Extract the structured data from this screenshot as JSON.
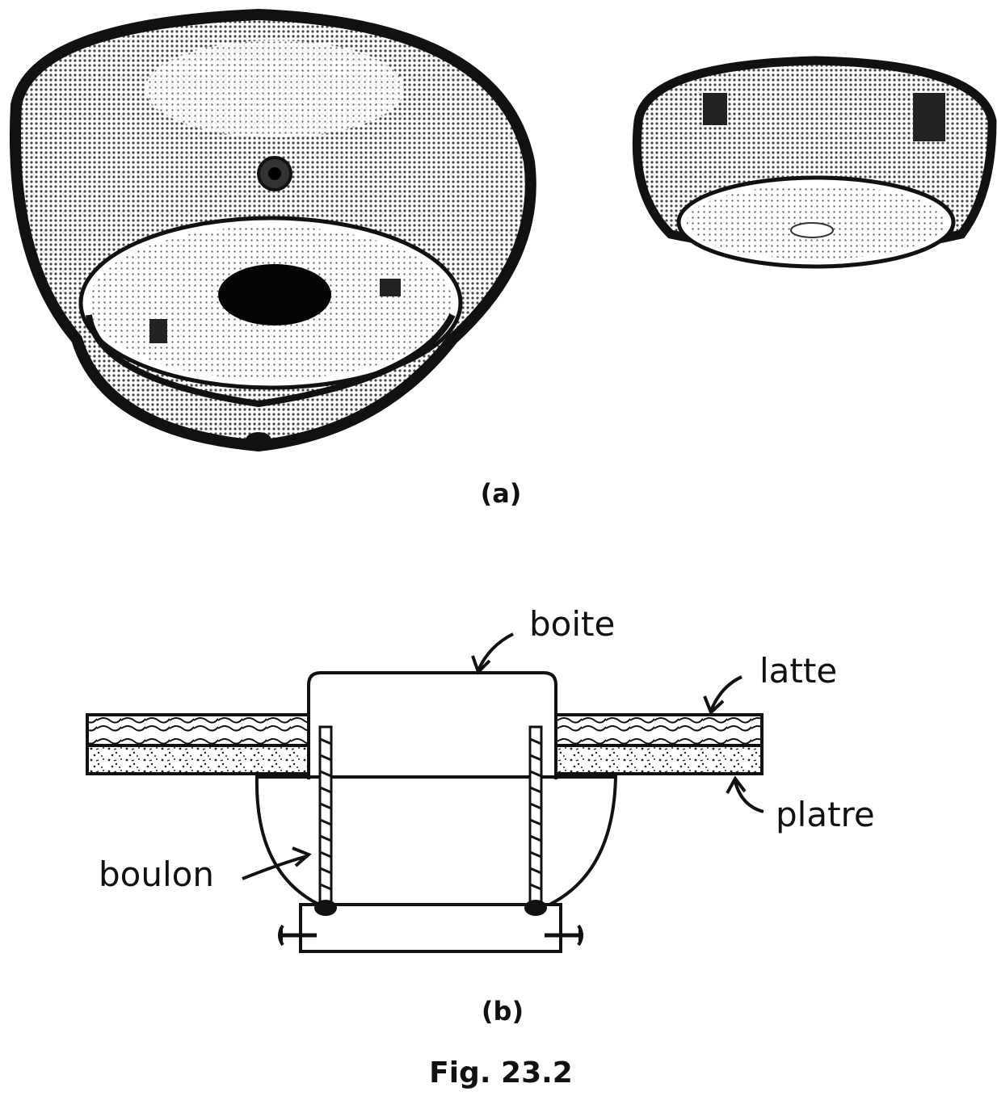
{
  "panels": {
    "a": {
      "caption": "(a)"
    },
    "b": {
      "caption": "(b)"
    }
  },
  "labels": {
    "boite": "boite",
    "latte": "latte",
    "platre": "platre",
    "boulon": "boulon"
  },
  "figure_caption": "Fig. 23.2",
  "colors": {
    "ink": "#111111",
    "paper": "#ffffff",
    "halftone": "#888888"
  }
}
